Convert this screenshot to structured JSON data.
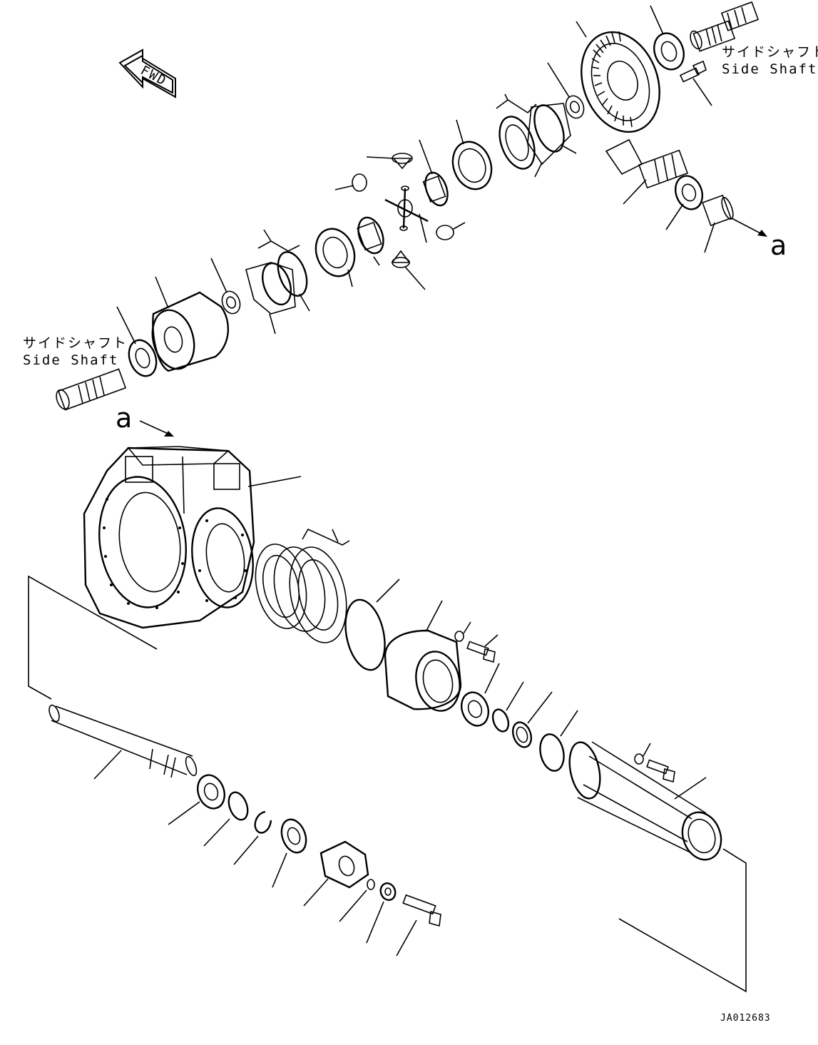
{
  "side_shaft_right": {
    "jp": "サイドシャフト",
    "en": "Side Shaft"
  },
  "side_shaft_left": {
    "jp": "サイドシャフト",
    "en": "Side Shaft"
  },
  "fwd_label": "FWD",
  "ref_a_top": "a",
  "ref_a_bottom": "a",
  "drawing_code": "JA012683"
}
